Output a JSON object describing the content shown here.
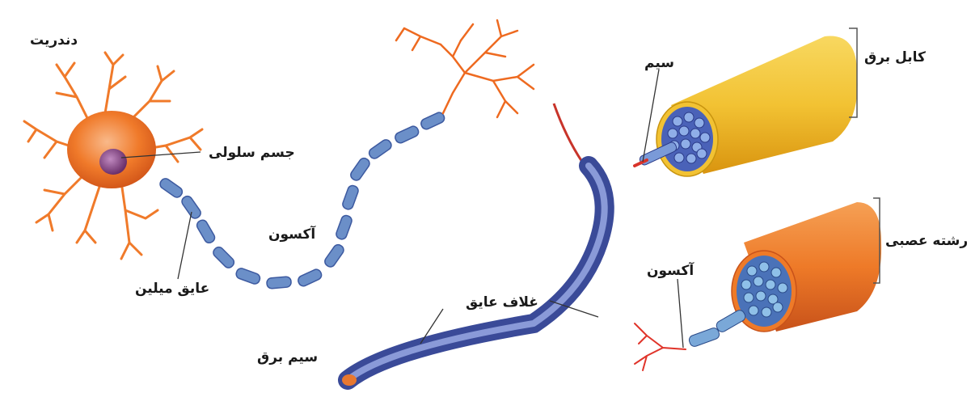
{
  "labels": {
    "dendrite": "دندریت",
    "cell_body": "جسم سلولی",
    "axon_main": "آکسون",
    "myelin": "عایق میلین",
    "insulation_sheath": "غلاف عایق",
    "electric_wire": "سیم برق",
    "wire": "سیم",
    "electric_cable": "کابل برق",
    "axon_bundle": "آکسون",
    "nerve_fiber": "رشته عصبی"
  },
  "colors": {
    "cell_orange": "#f07a2a",
    "nucleus": "#8a4a8a",
    "myelin_blue": "#6b8fc8",
    "cable_yellow": "#f2c233",
    "nerve_orange": "#ee7a28",
    "wire_red": "#d8342a"
  }
}
